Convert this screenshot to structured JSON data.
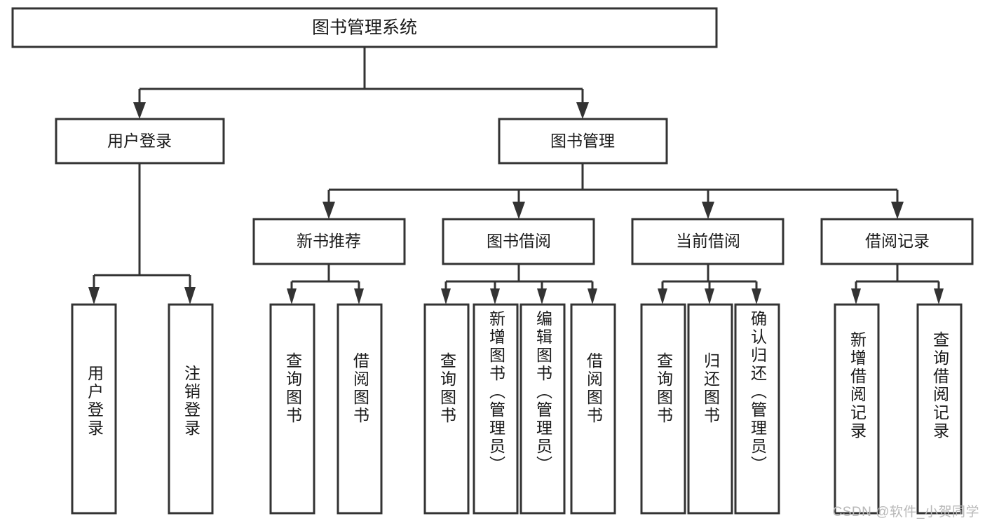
{
  "diagram": {
    "title_node": {
      "label": "图书管理系统"
    },
    "level2": [
      {
        "id": "user-login",
        "label": "用户登录"
      },
      {
        "id": "book-management",
        "label": "图书管理"
      }
    ],
    "level3": [
      {
        "id": "new-book-recommend",
        "label": "新书推荐"
      },
      {
        "id": "book-borrow",
        "label": "图书借阅"
      },
      {
        "id": "current-borrow",
        "label": "当前借阅"
      },
      {
        "id": "borrow-record",
        "label": "借阅记录"
      }
    ],
    "leaves": {
      "user-login": [
        {
          "id": "leaf-user-login",
          "label": "用户登录"
        },
        {
          "id": "leaf-logout-login",
          "label": "注销登录"
        }
      ],
      "new-book-recommend": [
        {
          "id": "leaf-query-book-1",
          "label": "查询图书"
        },
        {
          "id": "leaf-borrow-book-1",
          "label": "借阅图书"
        }
      ],
      "book-borrow": [
        {
          "id": "leaf-query-book-2",
          "label": "查询图书"
        },
        {
          "id": "leaf-add-book-admin",
          "label": "新增图书（管理员）"
        },
        {
          "id": "leaf-edit-book-admin",
          "label": "编辑图书（管理员）"
        },
        {
          "id": "leaf-borrow-book-2",
          "label": "借阅图书"
        }
      ],
      "current-borrow": [
        {
          "id": "leaf-query-book-3",
          "label": "查询图书"
        },
        {
          "id": "leaf-return-book",
          "label": "归还图书"
        },
        {
          "id": "leaf-confirm-return-admin",
          "label": "确认归还（管理员）"
        }
      ],
      "borrow-record": [
        {
          "id": "leaf-add-borrow-record",
          "label": "新增借阅记录"
        },
        {
          "id": "leaf-query-borrow-record",
          "label": "查询借阅记录"
        }
      ]
    },
    "watermark": "CSDN @软件_小贺同学",
    "colors": {
      "stroke": "#333333",
      "fill": "#ffffff",
      "text": "#1a1a1a",
      "watermark": "#b8b8b8"
    }
  }
}
